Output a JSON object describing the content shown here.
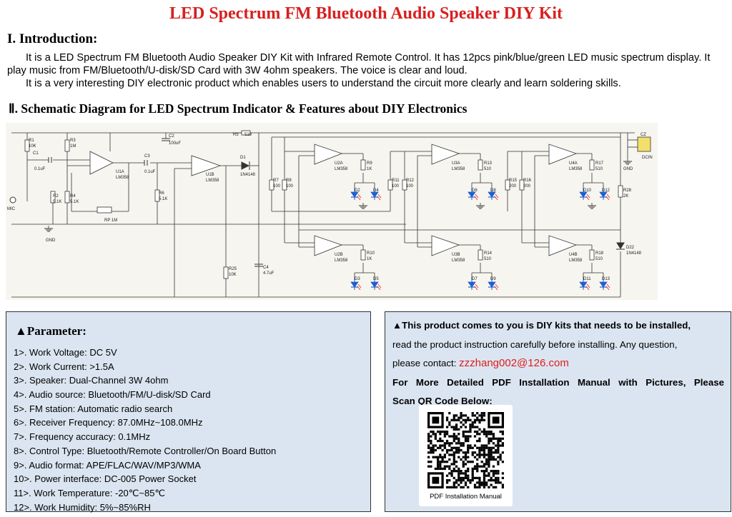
{
  "title": "LED Spectrum FM Bluetooth Audio Speaker DIY Kit",
  "section1": {
    "heading": "I.  Introduction:",
    "paragraphs": [
      "It is a LED Spectrum FM Bluetooth Audio Speaker DIY Kit with Infrared Remote Control. It has 12pcs pink/blue/green LED music spectrum display. It play music from FM/Bluetooth/U-disk/SD Card with 3W 4ohm speakers. The voice is clear and loud.",
      "It is a very interesting DIY electronic product which enables users to understand the circuit more clearly and learn soldering skills."
    ]
  },
  "section2": {
    "heading": "Ⅱ. Schematic Diagram for LED Spectrum Indicator & Features about DIY Electronics"
  },
  "schematic": {
    "labels": {
      "r1": "R1",
      "r1v": "10K",
      "c1": "C1",
      "c1v": "0.1uF",
      "mic": "MIC",
      "gnd1": "GND",
      "r2": "R2",
      "r2v": "5.1K",
      "r3": "R3",
      "r3v": "1M",
      "r4": "R4",
      "r4v": "5.1K",
      "rp": "RP 1M",
      "u1a": "U1A",
      "u1av": "LM358",
      "c2": "C2",
      "c2v": "100uF",
      "c3": "C3",
      "c3v": "0.1uF",
      "r6": "R6",
      "r6v": "5.1K",
      "u1b": "U1B",
      "u1bv": "LM358",
      "r5": "R5",
      "r5v": "510",
      "d1": "D1",
      "d1v": "1N4148",
      "r25": "R25",
      "r25v": "10K",
      "c4": "C4",
      "c4v": "4.7uF",
      "r7": "R7",
      "r7v": "100",
      "r8": "R8",
      "r8v": "100",
      "u2a": "U2A",
      "u2av": "LM358",
      "r9": "R9",
      "r9v": "1K",
      "d2": "D2",
      "d4": "D4",
      "u2b": "U2B",
      "u2bv": "LM358",
      "r10": "R10",
      "r10v": "1K",
      "d3": "D3",
      "d5": "D5",
      "r11": "R11",
      "r11v": "100",
      "r12": "R12",
      "r12v": "100",
      "u3a": "U3A",
      "u3av": "LM358",
      "r13": "R13",
      "r13v": "510",
      "d6": "D6",
      "d8": "D8",
      "u3b": "U3B",
      "u3bv": "LM358",
      "r14": "R14",
      "r14v": "510",
      "d7": "D7",
      "d9": "D9",
      "r15": "R15",
      "r15v": "200",
      "r16": "R16",
      "r16v": "200",
      "u4a": "U4A",
      "u4av": "LM358",
      "r17": "R17",
      "r17v": "510",
      "d10": "D10",
      "d12": "D12",
      "u4b": "U4B",
      "u4bv": "LM358",
      "r18": "R18",
      "r18v": "510",
      "d11": "D11",
      "d13": "D13",
      "r28": "R28",
      "r28v": "2K",
      "d22": "D22",
      "d22v": "1N4148",
      "cz": "CZ",
      "dcin": "DCIN",
      "gnd2": "GND"
    }
  },
  "parameters": {
    "heading": "▲Parameter:",
    "items": [
      "1>. Work Voltage: DC 5V",
      "2>. Work Current: >1.5A",
      "3>. Speaker: Dual-Channel 3W 4ohm",
      "4>. Audio source: Bluetooth/FM/U-disk/SD Card",
      "5>. FM station: Automatic radio search",
      "6>. Receiver Frequency: 87.0MHz~108.0MHz",
      "7>. Frequency accuracy: 0.1MHz",
      "8>. Control Type: Bluetooth/Remote Controller/On Board Button",
      "9>. Audio format: APE/FLAC/WAV/MP3/WMA",
      "10>. Power interface: DC-005 Power Socket",
      "11>. Work Temperature: -20℃~85℃",
      "12>. Work Humidity: 5%~85%RH"
    ]
  },
  "notice": {
    "line1": "▲This product comes to you is DIY kits that needs to be installed,",
    "line2": "read the product instruction carefully before installing. Any question,",
    "contact_label": "please contact:",
    "email": "zzzhang002@126.com",
    "line4": "For More Detailed PDF Installation Manual with Pictures, Please",
    "line5": "Scan QR Code Below:",
    "qr_caption": "PDF Installation Manual",
    "qr_icon": "qr-code-icon"
  },
  "colors": {
    "title": "#d81f1f",
    "email": "#e01b1b",
    "panel_bg": "#dbe5f1",
    "led_blue": "#1f5fd0"
  }
}
